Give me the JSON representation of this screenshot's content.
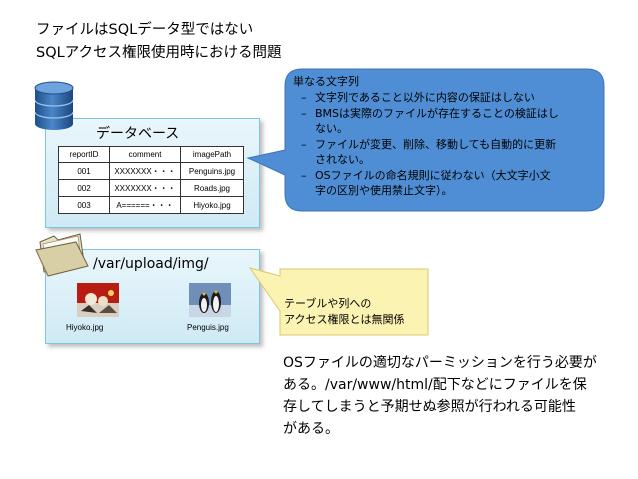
{
  "titles": {
    "line1": "ファイルはSQLデータ型ではない",
    "line2": "SQLアクセス権限使用時における問題"
  },
  "database": {
    "label": "データベース",
    "columns": [
      "reportID",
      "comment",
      "imagePath"
    ],
    "rows": [
      [
        "001",
        "XXXXXXX・・・",
        "Penguins.jpg"
      ],
      [
        "002",
        "XXXXXXX・・・",
        "Roads.jpg"
      ],
      [
        "003",
        "A======・・・",
        "Hiyoko.jpg"
      ]
    ]
  },
  "filesystem": {
    "path": "/var/upload/img/",
    "files": [
      {
        "name": "Hiyoko.jpg"
      },
      {
        "name": "Penguis.jpg"
      }
    ]
  },
  "callout_blue": {
    "heading": "単なる文字列",
    "bullets": [
      "文字列であること以外に内容の保証はしない",
      "BMSは実際のファイルが存在することの検証はしない。",
      "ファイルが変更、削除、移動しても自動的に更新されない。",
      "OSファイルの命名規則に従わない（大文字小文字の区別や使用禁止文字）。"
    ],
    "bullet_lines": [
      [
        "文字列であること以外に内容の保証はしない"
      ],
      [
        "BMSは実際のファイルが存在することの検証はし",
        "ない。"
      ],
      [
        "ファイルが変更、削除、移動しても自動的に更新",
        "されない。"
      ],
      [
        "OSファイルの命名規則に従わない（大文字小文",
        "字の区別や使用禁止文字）。"
      ]
    ],
    "dash": "–"
  },
  "callout_yellow": {
    "lines": [
      "テーブルや列への",
      "アクセス権限とは無関係"
    ]
  },
  "note": {
    "lines": [
      "OSファイルの適切なパーミッションを行う必要が",
      "ある。/var/www/html/配下などにファイルを保",
      "存してしまうと予期せぬ参照が行われる可能性",
      "がある。"
    ]
  },
  "colors": {
    "panel_border": "#7ec6e0",
    "blue_callout": "#4f8ed4",
    "yellow_callout": "#fbf3b1",
    "db_icon": "#2d5f9b"
  },
  "icons": [
    "database-icon",
    "folder-icon"
  ]
}
